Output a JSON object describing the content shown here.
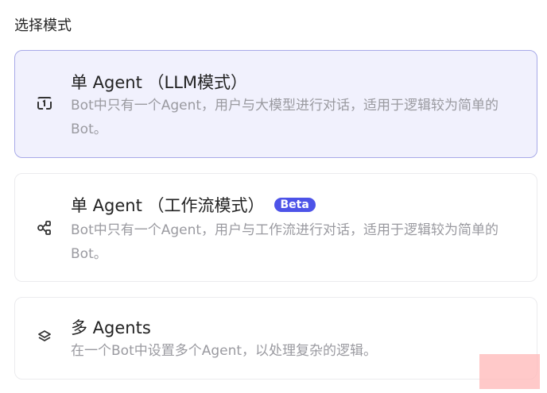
{
  "heading": "选择模式",
  "modes": [
    {
      "title": "单 Agent （LLM模式）",
      "desc": "Bot中只有一个Agent，用户与大模型进行对话，适用于逻辑较为简单的Bot。",
      "selected": true
    },
    {
      "title": "单 Agent （工作流模式）",
      "badge": "Beta",
      "desc": "Bot中只有一个Agent，用户与工作流进行对话，适用于逻辑较为简单的Bot。",
      "selected": false
    },
    {
      "title": "多 Agents",
      "desc": "在一个Bot中设置多个Agent，以处理复杂的逻辑。",
      "selected": false
    }
  ],
  "colors": {
    "accent": "#4d53e8",
    "selected_bg": "#f1f1fd"
  }
}
